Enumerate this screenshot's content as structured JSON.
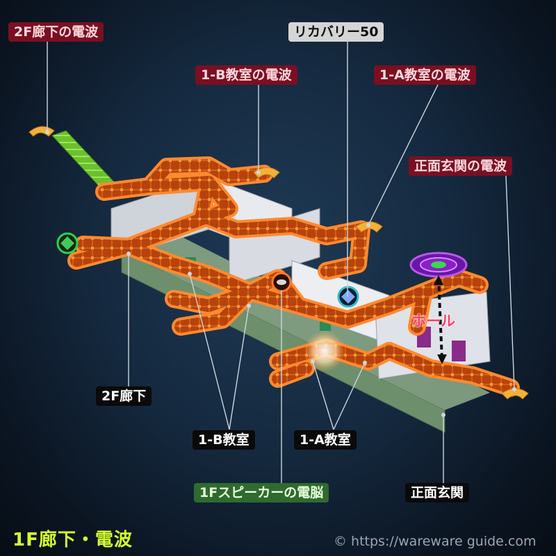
{
  "title": "1F廊下・電波",
  "copyright": "© https://wareware guide.com",
  "hall_label": "ホール",
  "labels": {
    "wave_2f_corridor": "2F廊下の電波",
    "recovery": "リカバリー50",
    "wave_1b_room": "1-B教室の電波",
    "wave_1a_room": "1-A教室の電波",
    "wave_entrance": "正面玄関の電波",
    "corridor_2f": "2F廊下",
    "room_1b": "1-B教室",
    "room_1a": "1-A教室",
    "speaker_brain": "1Fスピーカーの電脳",
    "entrance": "正面玄関"
  },
  "colors": {
    "wave_road": "#c84a0e",
    "wave_road_edge": "#ff8a2e",
    "ramp": "#7fd23a",
    "hall_ring": "#8a1fc9",
    "title": "#d6ff2e"
  },
  "icons": {
    "green_orb": "green-cube-icon",
    "blue_orb": "blue-cube-icon",
    "brain_orb": "speaker-brain-icon",
    "hall": "hall-warp-icon"
  }
}
